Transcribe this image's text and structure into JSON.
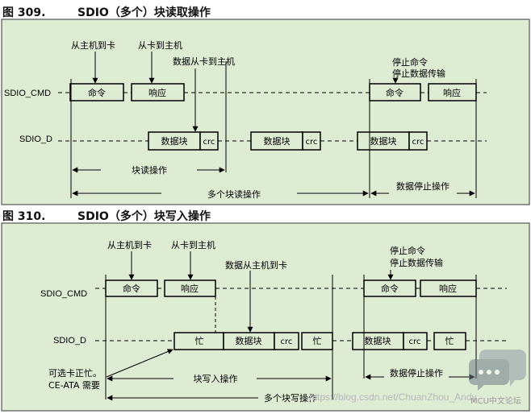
{
  "fig309": {
    "number": "图 309.",
    "title": "SDIO（多个）块读取操作",
    "labels": {
      "cmd_line": "SDIO_CMD",
      "data_line": "SDIO_D",
      "host_to_card": "从主机到卡",
      "card_to_host": "从卡到主机",
      "data_card_to_host": "数据从卡到主机",
      "stop_cmd": "停止命令",
      "stop_transfer": "停止数据传输",
      "cmd_box": "命令",
      "resp_box": "响应",
      "data_block": "数据块",
      "crc": "crc",
      "block_read_op": "块读操作",
      "multi_block_read_op": "多个块读操作",
      "data_stop_op": "数据停止操作"
    }
  },
  "fig310": {
    "number": "图 310.",
    "title": "SDIO（多个）块写入操作",
    "labels": {
      "cmd_line": "SDIO_CMD",
      "data_line": "SDIO_D",
      "host_to_card": "从主机到卡",
      "card_to_host": "从卡到主机",
      "data_host_to_card": "数据从主机到卡",
      "stop_cmd": "停止命令",
      "stop_transfer": "停止数据传输",
      "cmd_box": "命令",
      "resp_box": "响应",
      "busy": "忙",
      "data_block": "数据块",
      "crc": "crc",
      "optional_busy": "可选卡正忙。",
      "ce_ata_required": "CE-ATA 需要",
      "block_write_op": "块写入操作",
      "multi_block_write_op": "多个块写操作",
      "data_stop_op": "数据停止操作"
    }
  },
  "watermark": {
    "url": "https://blog.csdn.net/ChuanZhou_Andy",
    "forum": "MCU中文论坛"
  }
}
